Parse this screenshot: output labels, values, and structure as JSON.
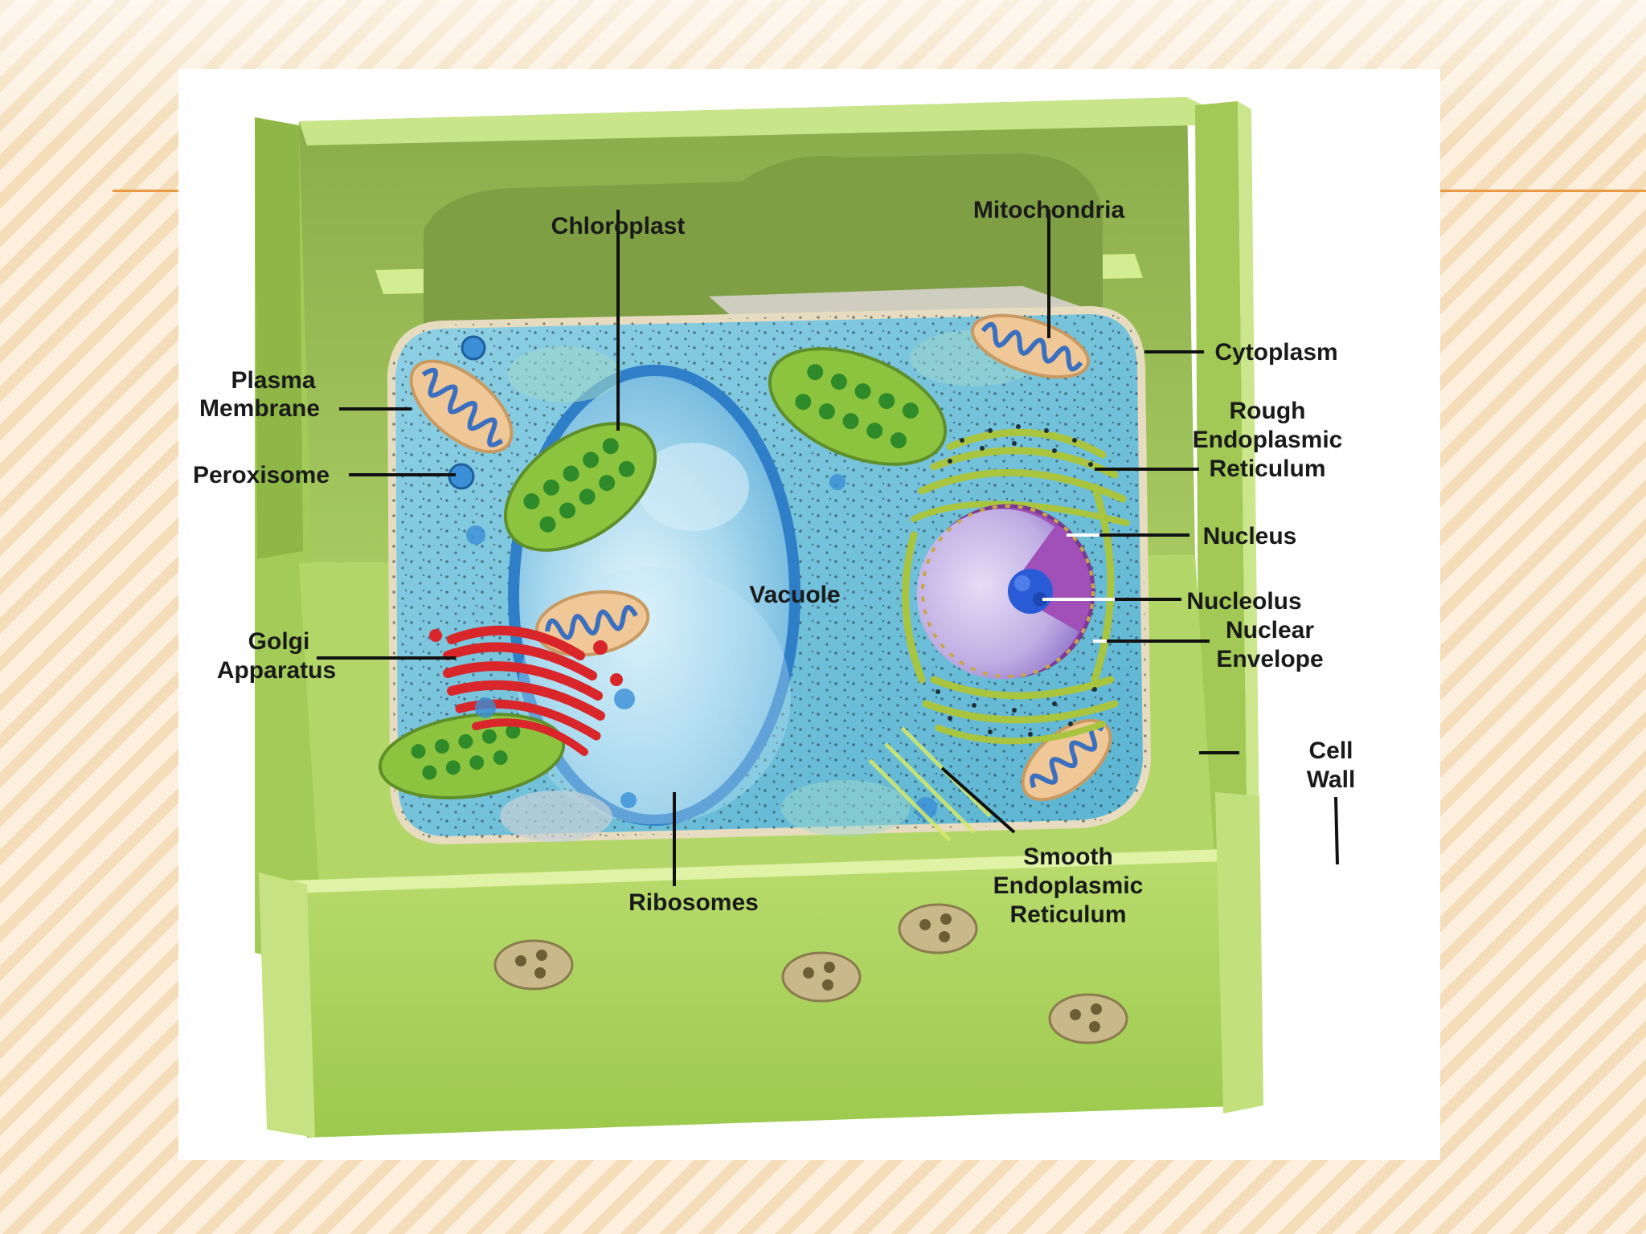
{
  "slide": {
    "colors": {
      "background": "#fbeedd",
      "stripe": "#ecc88c",
      "accent_line": "#e89a45",
      "figure_background": "#ffffff"
    }
  },
  "diagram": {
    "labels": {
      "chloroplast": "Chloroplast",
      "mitochondria": "Mitochondria",
      "cytoplasm": "Cytoplasm",
      "plasma_membrane_1": "Plasma",
      "plasma_membrane_2": "Membrane",
      "peroxisome": "Peroxisome",
      "rough_er_1": "Rough",
      "rough_er_2": "Endoplasmic",
      "rough_er_3": "Reticulum",
      "nucleus": "Nucleus",
      "nucleolus": "Nucleolus",
      "nuclear_envelope_1": "Nuclear",
      "nuclear_envelope_2": "Envelope",
      "vacuole": "Vacuole",
      "golgi_1": "Golgi",
      "golgi_2": "Apparatus",
      "cell_wall_1": "Cell",
      "cell_wall_2": "Wall",
      "ribosomes": "Ribosomes",
      "smooth_er_1": "Smooth",
      "smooth_er_2": "Endoplasmic",
      "smooth_er_3": "Reticulum"
    },
    "colors": {
      "cell_wall": "#b5d96a",
      "cell_wall_dark": "#7fa53a",
      "cell_wall_light": "#d9ef9a",
      "cytoplasm": "#6ec3dc",
      "cytoplasm_light": "#a8dcec",
      "vacuole": "#9fd2ea",
      "vacuole_rim": "#2f7fc8",
      "chloroplast": "#8cc43f",
      "thylakoid": "#2f8a2a",
      "mitochondria": "#f0c796",
      "mito_inner": "#3b6fbf",
      "golgi": "#d8262a",
      "nucleus": "#a050b8",
      "nucleoplasm": "#cfc3ea",
      "nucleolus": "#2a5bd6",
      "rough_er": "#a9c43e",
      "plasmodesmata": "#c9b98a",
      "ribosome": "#1d2f3a",
      "peroxisome": "#3a8fd6"
    }
  }
}
